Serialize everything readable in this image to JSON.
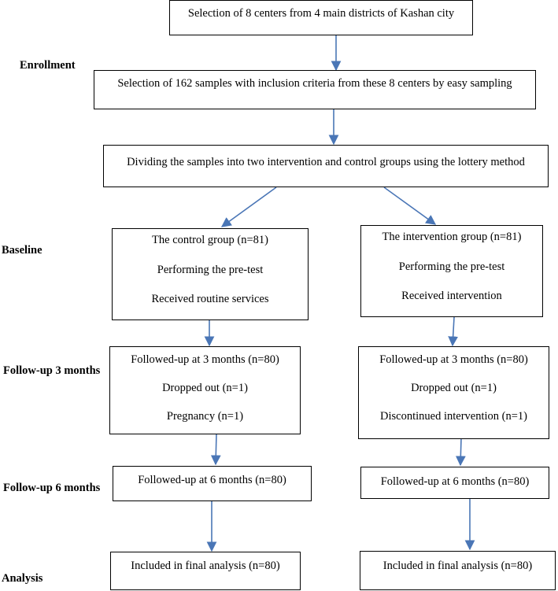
{
  "stages": {
    "enrollment": "Enrollment",
    "baseline": "Baseline",
    "followup3": "Follow-up 3 months",
    "followup6": "Follow-up 6 months",
    "analysis": "Analysis"
  },
  "boxes": {
    "centers": "Selection of 8 centers from 4 main districts of Kashan city",
    "samples": "Selection of 162 samples with inclusion criteria from these 8 centers by easy sampling",
    "dividing": "Dividing the samples into two intervention and control groups using the lottery method",
    "control_baseline": [
      "The control group (n=81)",
      "Performing the pre-test",
      "Received routine services"
    ],
    "intervention_baseline": [
      "The intervention group (n=81)",
      "Performing the pre-test",
      "Received intervention"
    ],
    "control_3m": [
      "Followed-up at 3 months (n=80)",
      "Dropped out (n=1)",
      "Pregnancy (n=1)"
    ],
    "intervention_3m": [
      "Followed-up at 3 months (n=80)",
      "Dropped out (n=1)",
      "Discontinued intervention (n=1)"
    ],
    "control_6m": "Followed-up at 6 months (n=80)",
    "intervention_6m": "Followed-up at 6 months (n=80)",
    "control_analysis": "Included in final analysis (n=80)",
    "intervention_analysis": "Included in final analysis (n=80)"
  },
  "colors": {
    "arrow": "#4a76b6",
    "border": "#000000",
    "text": "#000000"
  }
}
